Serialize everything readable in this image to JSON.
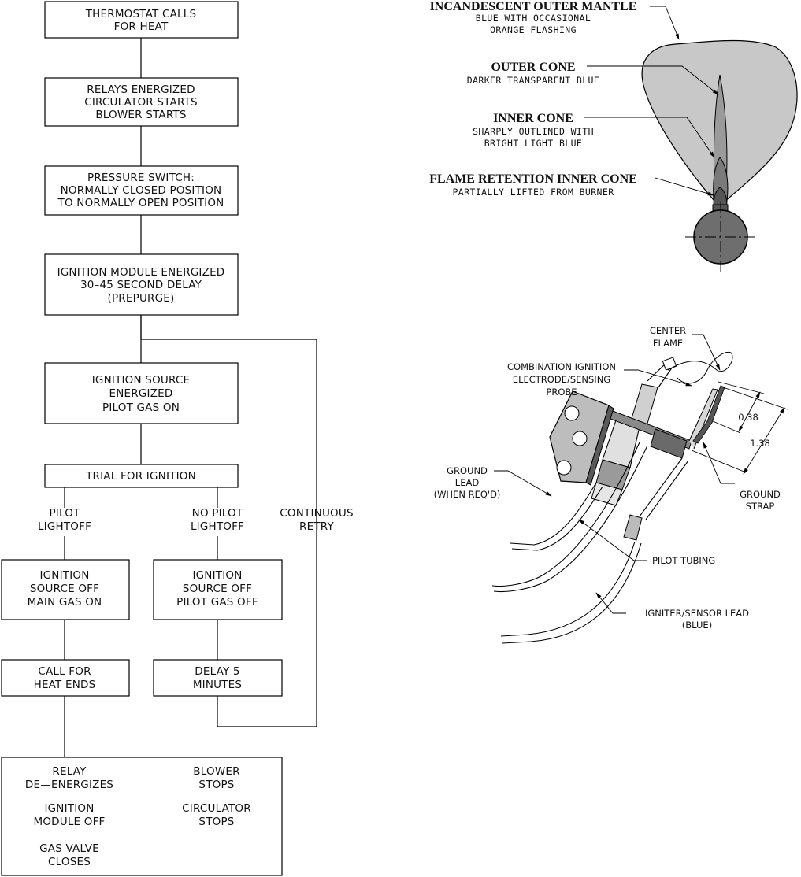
{
  "flowchart": {
    "thermostat": [
      "THERMOSTAT CALLS",
      "FOR HEAT"
    ],
    "relays": [
      "RELAYS ENERGIZED",
      "CIRCULATOR STARTS",
      "BLOWER STARTS"
    ],
    "pressure": [
      "PRESSURE SWITCH:",
      "NORMALLY CLOSED POSITION",
      "TO NORMALLY OPEN POSITION"
    ],
    "module": [
      "IGNITION MODULE ENERGIZED",
      "30–45 SECOND DELAY",
      "(PREPURGE)"
    ],
    "source": [
      "IGNITION SOURCE",
      "ENERGIZED",
      "PILOT GAS ON"
    ],
    "trial": "TRIAL FOR IGNITION",
    "pilot_lightoff": [
      "PILOT",
      "LIGHTOFF"
    ],
    "no_pilot_lightoff": [
      "NO PILOT",
      "LIGHTOFF"
    ],
    "continuous_retry": [
      "CONTINUOUS",
      "RETRY"
    ],
    "main_gas_on": [
      "IGNITION",
      "SOURCE OFF",
      "MAIN GAS ON"
    ],
    "pilot_gas_off": [
      "IGNITION",
      "SOURCE OFF",
      "PILOT GAS OFF"
    ],
    "call_ends": [
      "CALL FOR",
      "HEAT ENDS"
    ],
    "delay": [
      "DELAY 5",
      "MINUTES"
    ],
    "final": {
      "relay": [
        "RELAY",
        "DE—ENERGIZES"
      ],
      "blower": [
        "BLOWER",
        "STOPS"
      ],
      "module_off": [
        "IGNITION",
        "MODULE OFF"
      ],
      "circulator": [
        "CIRCULATOR",
        "STOPS"
      ],
      "gas_valve": [
        "GAS VALVE",
        "CLOSES"
      ]
    }
  },
  "flame": {
    "outer_mantle": {
      "title": "INCANDESCENT OUTER MANTLE",
      "desc": [
        "BLUE WITH OCCASIONAL",
        "ORANGE FLASHING"
      ]
    },
    "outer_cone": {
      "title": "OUTER CONE",
      "desc": [
        "DARKER TRANSPARENT BLUE"
      ]
    },
    "inner_cone": {
      "title": "INNER CONE",
      "desc": [
        "SHARPLY OUTLINED WITH",
        "BRIGHT LIGHT BLUE"
      ]
    },
    "retention": {
      "title": "FLAME RETENTION INNER CONE",
      "desc": [
        "PARTIALLY LIFTED FROM BURNER"
      ]
    },
    "colors": {
      "mantle": "#c8c8c8",
      "outer_cone": "#9a9a9a",
      "inner_cone": "#7a7a7a",
      "burner": "#6e6e6e"
    }
  },
  "igniter": {
    "center_flame": [
      "CENTER",
      "FLAME"
    ],
    "probe": [
      "COMBINATION IGNITION",
      "ELECTRODE/SENSING",
      "PROBE"
    ],
    "dim_small": "0.38",
    "dim_large": "1.38",
    "ground_lead": [
      "GROUND",
      "LEAD",
      "(WHEN REQ'D)"
    ],
    "ground_strap": [
      "GROUND",
      "STRAP"
    ],
    "pilot_tubing": "PILOT TUBING",
    "sensor_lead": [
      "IGNITER/SENSOR LEAD",
      "(BLUE)"
    ]
  }
}
